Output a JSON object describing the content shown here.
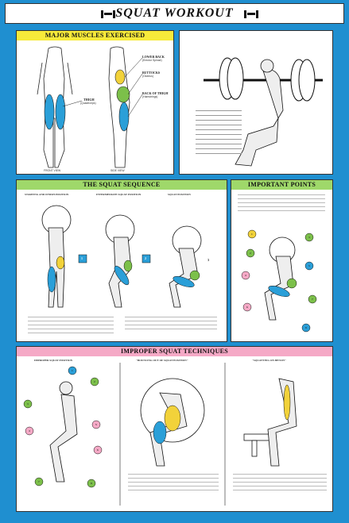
{
  "title": "SQUAT WORKOUT",
  "sections": {
    "muscles": {
      "title": "MAJOR MUSCLES EXERCISED",
      "labels": {
        "lower_back": "LOWER BACK",
        "lower_back_sub": "(Erector Spinae)",
        "buttocks": "BUTTOCKS",
        "buttocks_sub": "(Gluteus)",
        "thigh": "THIGH",
        "thigh_sub": "(Quadriceps)",
        "back_of_thigh": "BACK OF THIGH",
        "back_of_thigh_sub": "(Hamstrings)",
        "front_view": "FRONT VIEW",
        "side_view": "SIDE VIEW"
      }
    },
    "sequence": {
      "title": "THE SQUAT SEQUENCE",
      "steps": [
        "STARTING AND FINISH POSITION",
        "INTERMEDIATE SQUAT POSITION",
        "SQUAT POSITION"
      ],
      "markers": [
        "1",
        "2",
        "3"
      ]
    },
    "points": {
      "title": "IMPORTANT POINTS",
      "numbers": [
        "1",
        "2",
        "3",
        "4",
        "5",
        "6",
        "7",
        "8"
      ]
    },
    "improper": {
      "title": "IMPROPER SQUAT TECHNIQUES",
      "sub1": "IMPROPER SQUAT POSITION",
      "sub2": "\"BOUNCING OUT OF SQUAT POSITION\"",
      "sub3": "\"SQUATTING ON BENCH\"",
      "numbers": [
        "1",
        "2",
        "3",
        "4",
        "5",
        "6",
        "7",
        "8"
      ]
    }
  },
  "colors": {
    "border_blue": "#1f8fd0",
    "header_yellow": "#f7ea3a",
    "header_green": "#9fd86a",
    "header_pink": "#f5a9c6",
    "muscle_blue": "#2a9fd8",
    "muscle_yellow": "#f2d23a",
    "muscle_green": "#7cc04a"
  }
}
